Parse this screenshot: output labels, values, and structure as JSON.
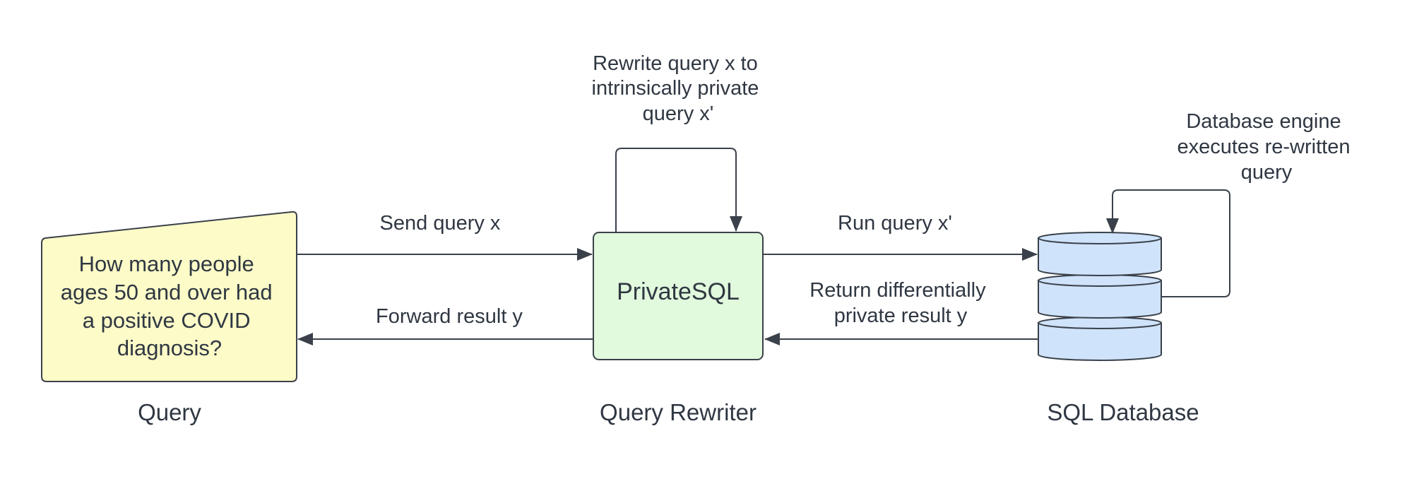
{
  "nodes": {
    "query_card": {
      "lines": [
        "How many people",
        "ages 50 and over had",
        "a positive COVID",
        "diagnosis?"
      ],
      "caption": "Query",
      "fill": "#fdfbc8"
    },
    "rewriter": {
      "title": "PrivateSQL",
      "caption": "Query Rewriter",
      "fill": "#e1f9dc"
    },
    "database": {
      "caption": "SQL Database",
      "fill": "#cfe3fb"
    }
  },
  "edges": {
    "send_query": {
      "label": "Send query x"
    },
    "forward_result": {
      "label": "Forward result y"
    },
    "run_query": {
      "label": "Run query x'"
    },
    "return_result": {
      "lines": [
        "Return differentially",
        "private result y"
      ]
    },
    "rewrite_loop": {
      "lines": [
        "Rewrite query x to",
        "intrinsically private",
        "query x'"
      ]
    },
    "db_loop": {
      "lines": [
        "Database engine",
        "executes re-written",
        "query"
      ]
    }
  },
  "colors": {
    "stroke": "#3a414a",
    "text": "#2f3742"
  }
}
